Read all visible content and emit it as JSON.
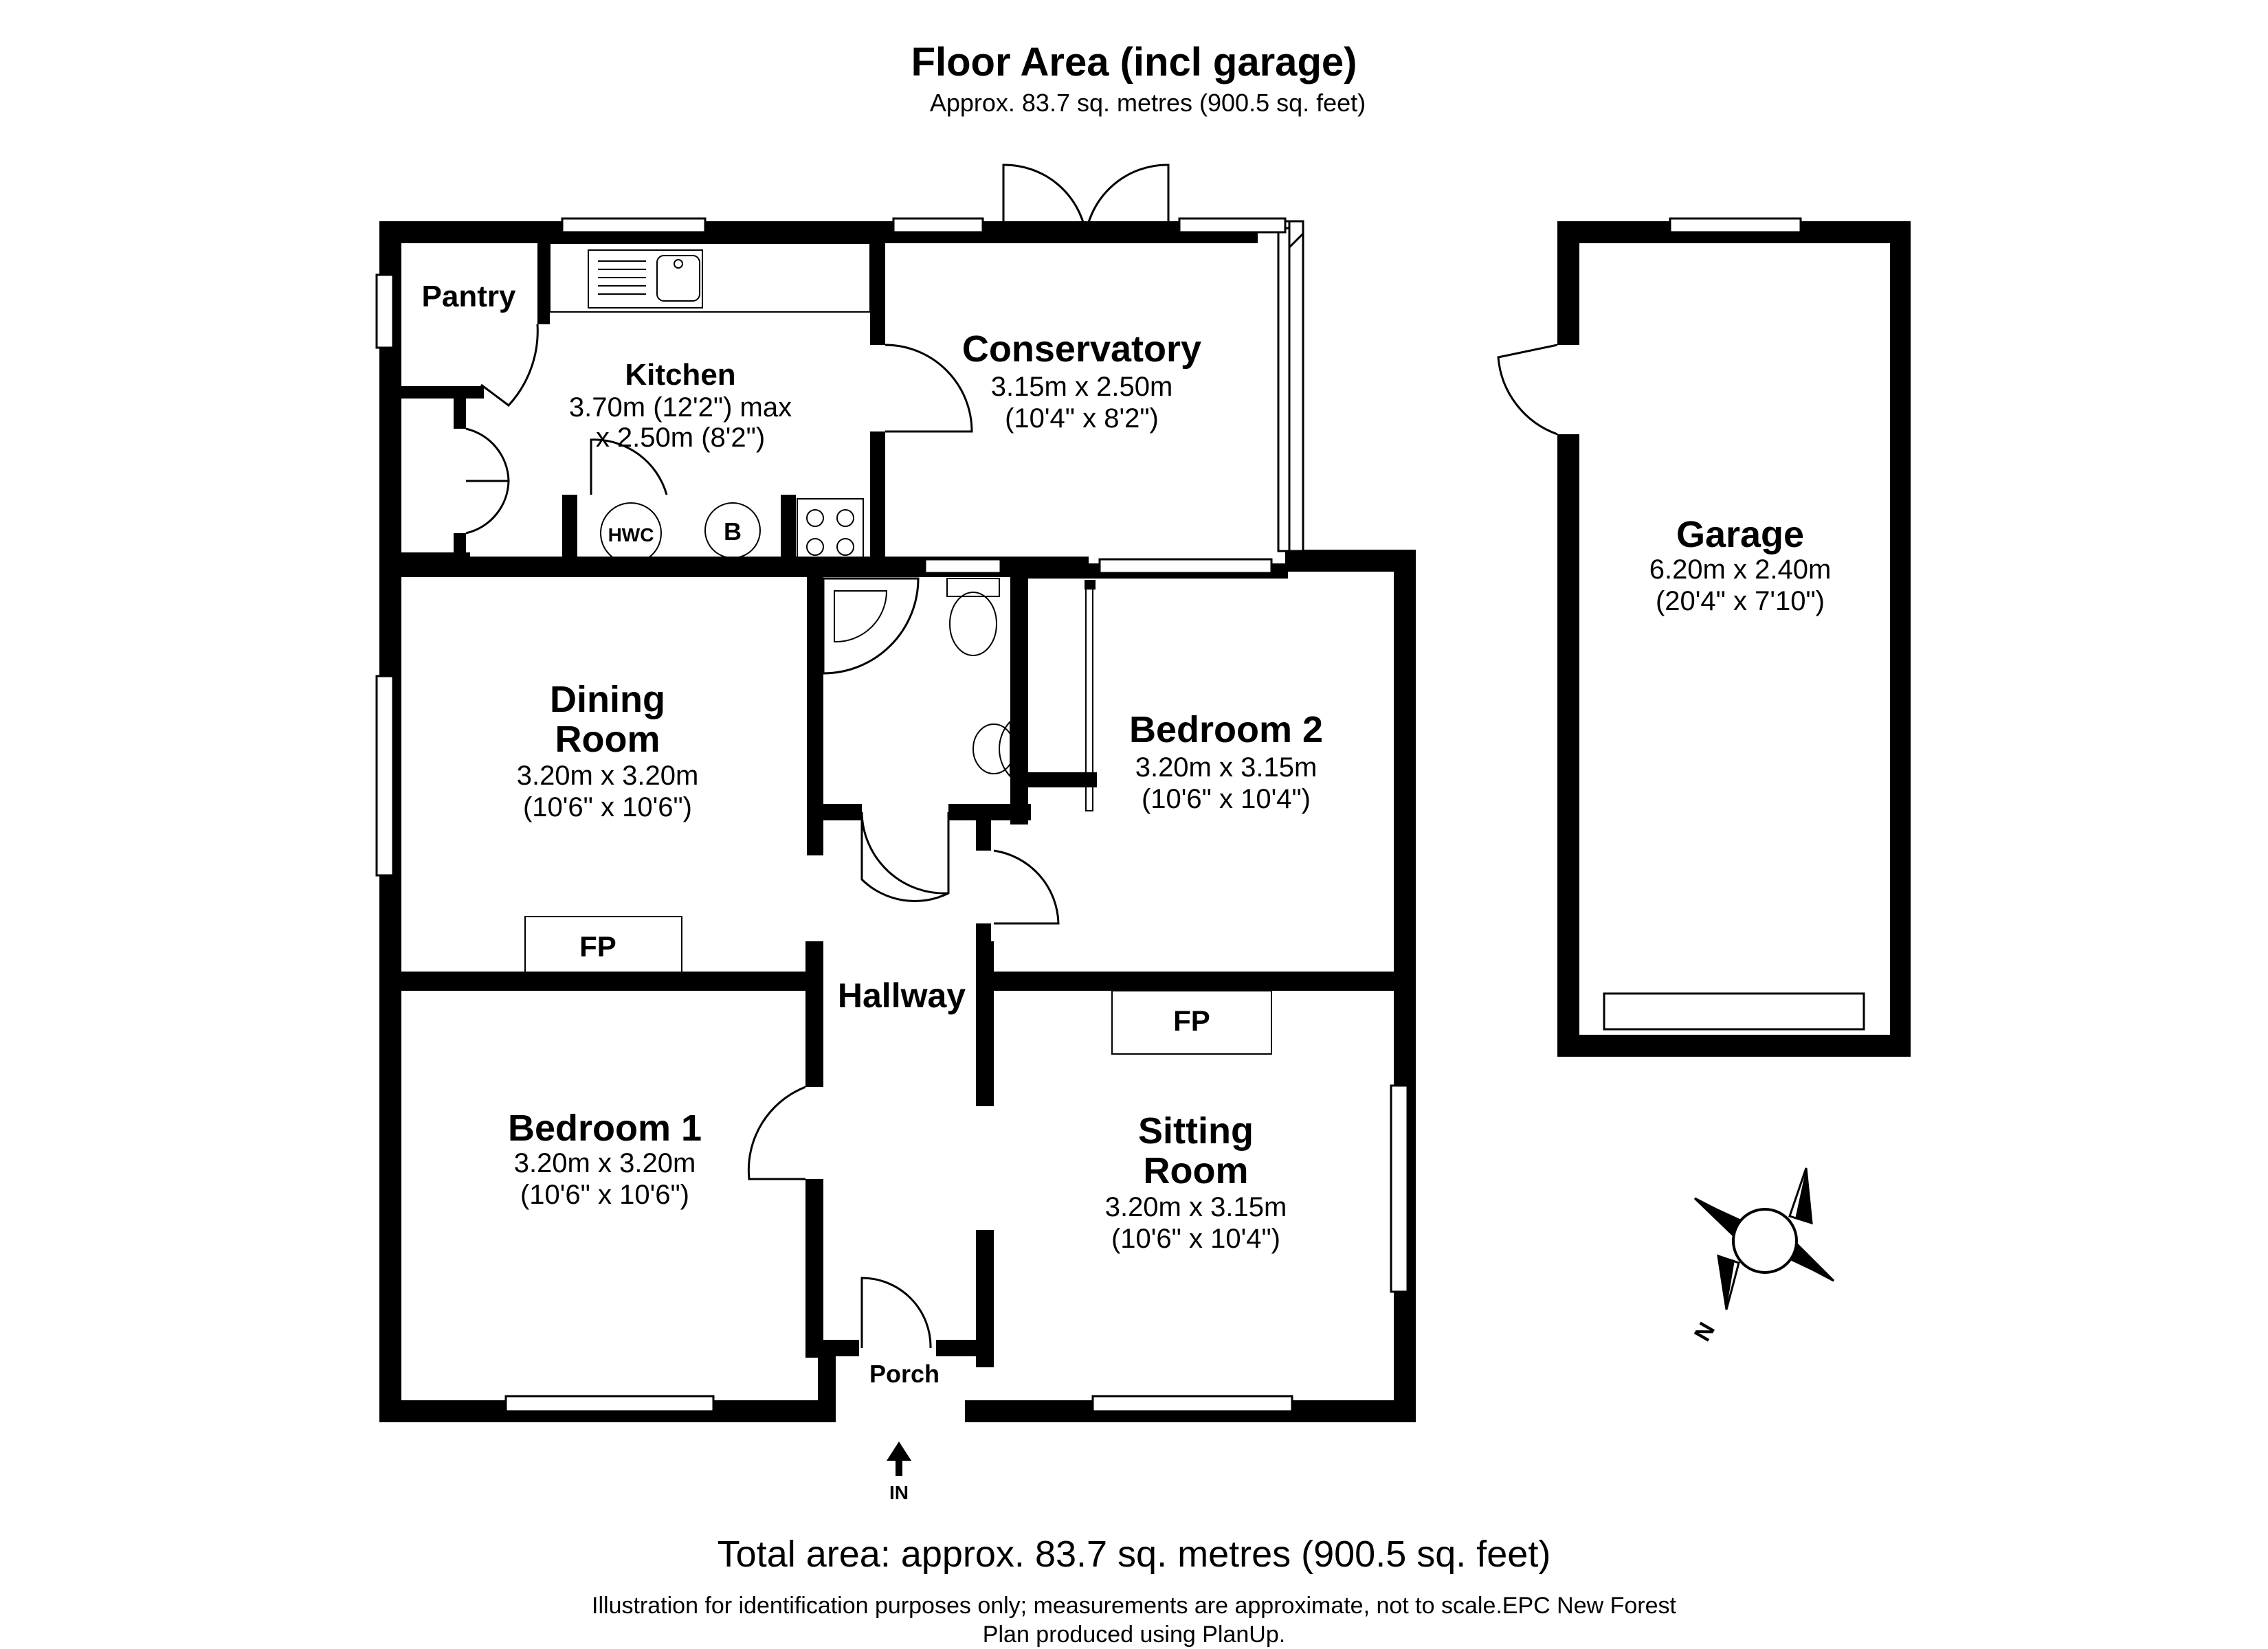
{
  "header": {
    "title": "Floor Area (incl garage)",
    "subtitle": "Approx. 83.7 sq. metres (900.5 sq. feet)"
  },
  "rooms": {
    "pantry": {
      "name": "Pantry"
    },
    "kitchen": {
      "name": "Kitchen",
      "dim1": "3.70m (12'2\") max",
      "dim2": "x 2.50m (8'2\")"
    },
    "conservatory": {
      "name": "Conservatory",
      "dim1": "3.15m x 2.50m",
      "dim2": "(10'4\" x 8'2\")"
    },
    "dining": {
      "name1": "Dining",
      "name2": "Room",
      "dim1": "3.20m x 3.20m",
      "dim2": "(10'6\" x 10'6\")"
    },
    "bedroom2": {
      "name": "Bedroom 2",
      "dim1": "3.20m x 3.15m",
      "dim2": "(10'6\" x 10'4\")"
    },
    "hallway": {
      "name": "Hallway"
    },
    "bedroom1": {
      "name": "Bedroom 1",
      "dim1": "3.20m x 3.20m",
      "dim2": "(10'6\" x 10'6\")"
    },
    "sitting": {
      "name1": "Sitting",
      "name2": "Room",
      "dim1": "3.20m x 3.15m",
      "dim2": "(10'6\" x 10'4\")"
    },
    "porch": {
      "name": "Porch"
    },
    "garage": {
      "name": "Garage",
      "dim1": "6.20m x 2.40m",
      "dim2": "(20'4\" x 7'10\")"
    }
  },
  "fixtures": {
    "hwc": "HWC",
    "boiler": "B",
    "fp_dining": "FP",
    "fp_sitting": "FP"
  },
  "entrance": {
    "label": "IN"
  },
  "compass": {
    "label": "N"
  },
  "footer": {
    "total": "Total area: approx. 83.7 sq. metres (900.5 sq. feet)",
    "note1": "Illustration for identification purposes only; measurements are approximate, not to scale.EPC New Forest",
    "note2": "Plan produced using PlanUp."
  }
}
